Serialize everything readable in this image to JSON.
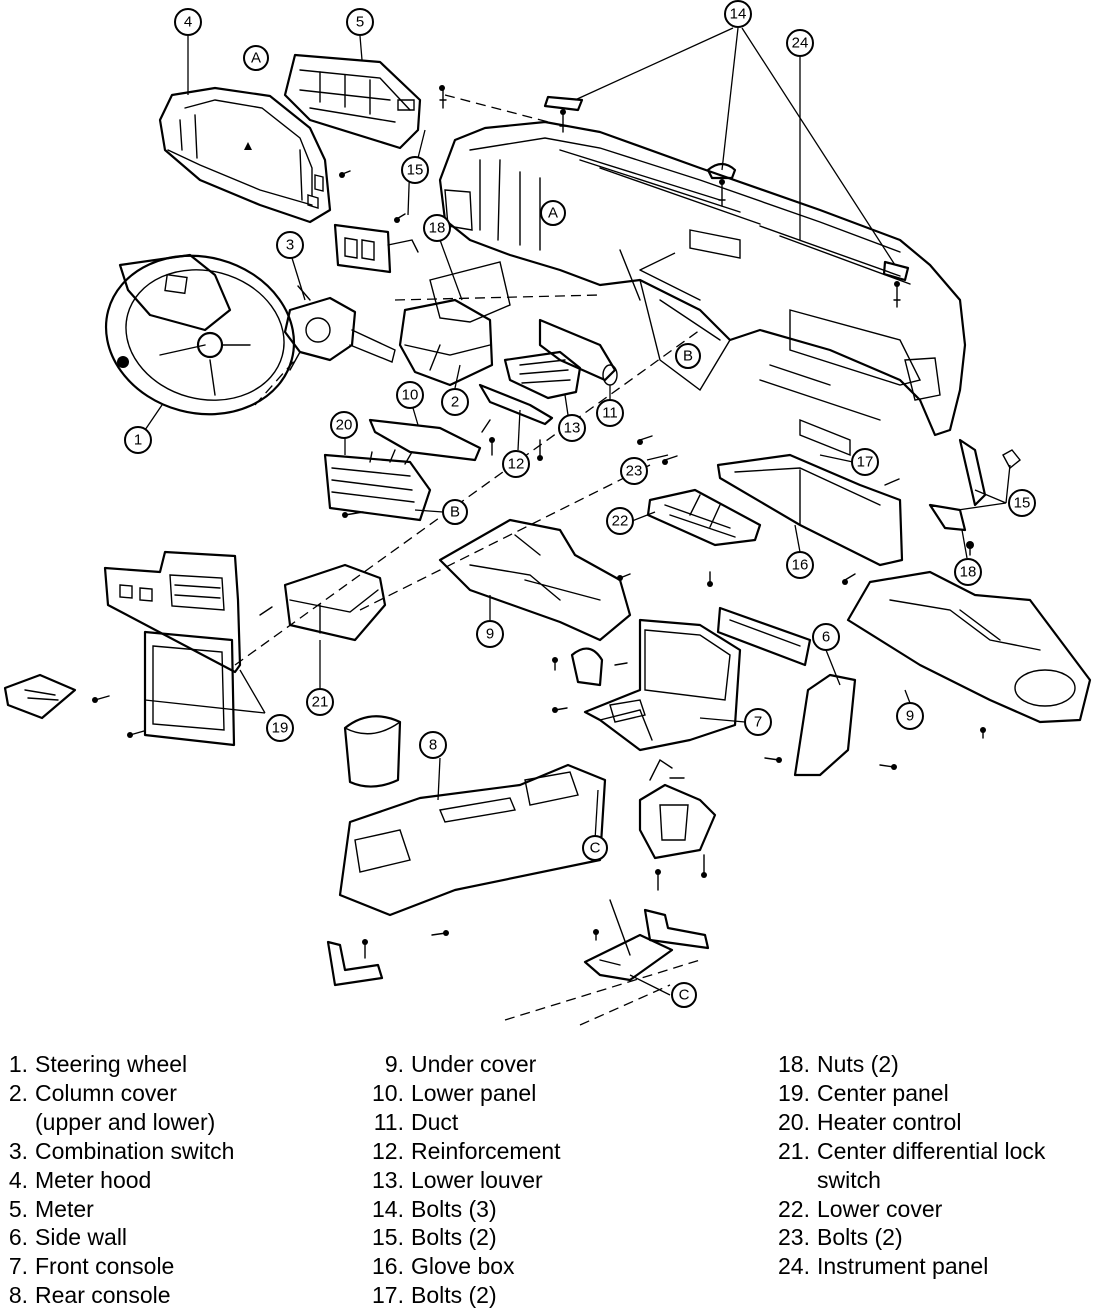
{
  "diagram": {
    "callouts": [
      {
        "id": "4",
        "label": "4"
      },
      {
        "id": "5",
        "label": "5"
      },
      {
        "id": "14",
        "label": "14"
      },
      {
        "id": "24",
        "label": "24"
      },
      {
        "id": "3",
        "label": "3"
      },
      {
        "id": "15a",
        "label": "15"
      },
      {
        "id": "18a",
        "label": "18"
      },
      {
        "id": "2",
        "label": "2"
      },
      {
        "id": "1",
        "label": "1"
      },
      {
        "id": "10",
        "label": "10"
      },
      {
        "id": "20",
        "label": "20"
      },
      {
        "id": "11",
        "label": "11"
      },
      {
        "id": "12",
        "label": "12"
      },
      {
        "id": "13",
        "label": "13"
      },
      {
        "id": "23",
        "label": "23"
      },
      {
        "id": "17",
        "label": "17"
      },
      {
        "id": "15b",
        "label": "15"
      },
      {
        "id": "18b",
        "label": "18"
      },
      {
        "id": "22",
        "label": "22"
      },
      {
        "id": "16",
        "label": "16"
      },
      {
        "id": "9a",
        "label": "9"
      },
      {
        "id": "9b",
        "label": "9"
      },
      {
        "id": "6",
        "label": "6"
      },
      {
        "id": "7",
        "label": "7"
      },
      {
        "id": "19",
        "label": "19"
      },
      {
        "id": "21",
        "label": "21"
      },
      {
        "id": "8",
        "label": "8"
      },
      {
        "id": "A1",
        "label": "A"
      },
      {
        "id": "A2",
        "label": "A"
      },
      {
        "id": "B1",
        "label": "B"
      },
      {
        "id": "B2",
        "label": "B"
      },
      {
        "id": "C1",
        "label": "C"
      },
      {
        "id": "C2",
        "label": "C"
      }
    ]
  },
  "legend": {
    "col1": [
      {
        "num": "1.",
        "text": "Steering wheel"
      },
      {
        "num": "2.",
        "text": "Column cover"
      },
      {
        "num": "",
        "text": "(upper and lower)"
      },
      {
        "num": "3.",
        "text": "Combination switch"
      },
      {
        "num": "4.",
        "text": "Meter hood"
      },
      {
        "num": "5.",
        "text": "Meter"
      },
      {
        "num": "6.",
        "text": "Side wall"
      },
      {
        "num": "7.",
        "text": "Front console"
      },
      {
        "num": "8.",
        "text": "Rear console"
      }
    ],
    "col2": [
      {
        "num": "9.",
        "text": "Under cover"
      },
      {
        "num": "10.",
        "text": "Lower panel"
      },
      {
        "num": "11.",
        "text": "Duct"
      },
      {
        "num": "12.",
        "text": "Reinforcement"
      },
      {
        "num": "13.",
        "text": "Lower louver"
      },
      {
        "num": "14.",
        "text": "Bolts (3)"
      },
      {
        "num": "15.",
        "text": "Bolts (2)"
      },
      {
        "num": "16.",
        "text": "Glove box"
      },
      {
        "num": "17.",
        "text": "Bolts (2)"
      }
    ],
    "col3": [
      {
        "num": "18.",
        "text": "Nuts (2)"
      },
      {
        "num": "19.",
        "text": "Center panel"
      },
      {
        "num": "20.",
        "text": "Heater control"
      },
      {
        "num": "21.",
        "text": "Center differential lock"
      },
      {
        "num": "",
        "text": "switch"
      },
      {
        "num": "22.",
        "text": "Lower cover"
      },
      {
        "num": "23.",
        "text": "Bolts (2)"
      },
      {
        "num": "24.",
        "text": "Instrument panel"
      }
    ]
  }
}
